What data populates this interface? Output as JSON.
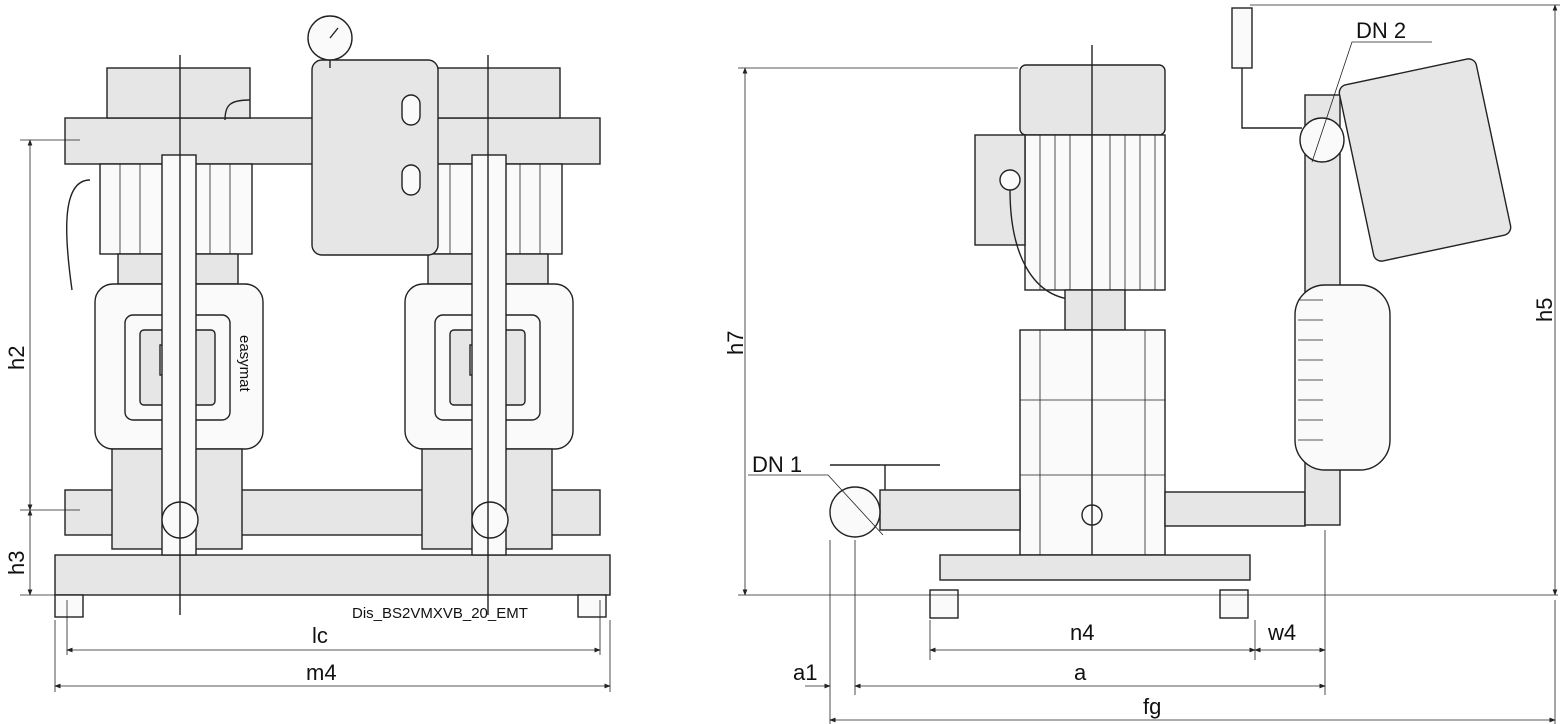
{
  "drawing_id": "Dis_BS2VMXVB_20_EMT",
  "front_view": {
    "dimensions": {
      "h2": "h2",
      "h3": "h3",
      "lc": "lc",
      "m4": "m4"
    },
    "device_logo": "easymat"
  },
  "side_view": {
    "dimensions": {
      "h7": "h7",
      "h5": "h5",
      "n4": "n4",
      "w4": "w4",
      "a1": "a1",
      "a": "a",
      "fg": "fg"
    },
    "connections": {
      "inlet": "DN 1",
      "outlet": "DN 2"
    }
  }
}
